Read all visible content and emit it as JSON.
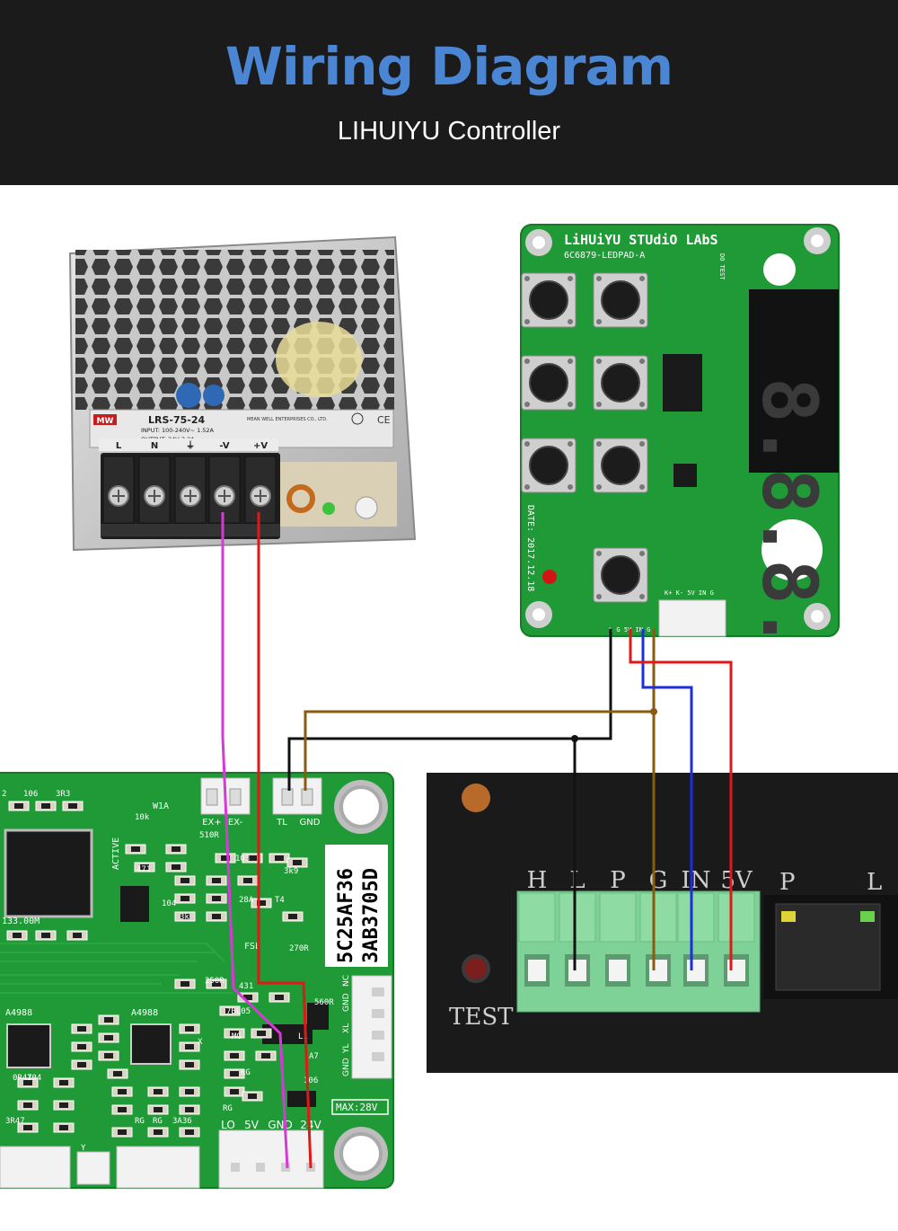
{
  "header": {
    "title": "Wiring Diagram",
    "subtitle": "LIHUIYU Controller"
  },
  "power_supply": {
    "brand": "MW",
    "model": "LRS-75-24",
    "maker_line": "MEAN WELL ENTERPRISES CO., LTD.",
    "input_line": "INPUT: 100-240V~  1.52A",
    "output_line": "OUTPUT: 24V  3.2A",
    "terminal_labels": [
      "L",
      "N",
      "⏚",
      "-V",
      "+V"
    ]
  },
  "led_pad": {
    "brand": "LiHUiYU STUdiO LAbS",
    "model": "6C6879-LEDPAD-A",
    "display_digits": "8.8.8.",
    "date": "DATE: 2017.12.18",
    "bottom_pins": "L G 5V IN G",
    "side_pins": "K+ K- 5V IN G",
    "top_pins": "DO TEST"
  },
  "mainboard": {
    "serial_line1": "5C25AF36",
    "serial_line2": "3AB3705D",
    "max_label": "MAX:28V",
    "power_pins": [
      "LO",
      "5V",
      "GND",
      "24V"
    ],
    "top_pins": [
      "EX+",
      "EX-",
      "TL",
      "GND"
    ],
    "side_pins": [
      "NC",
      "GND",
      "XL",
      "YL",
      "GND"
    ],
    "chip_labels": [
      "A4988",
      "A4988",
      "ACTIVE",
      "133.00M",
      "FSL",
      "W1A"
    ],
    "silk_numbers": [
      "2",
      "106",
      "3R3",
      "10k",
      "510R",
      "471",
      "104",
      "103",
      "3k9",
      "3k",
      "28A",
      "T4",
      "270R",
      "250R",
      "431",
      "7BL05",
      "560R",
      "MG",
      "L1",
      "A7",
      "106",
      "RG",
      "RG",
      "RG",
      "RG",
      "3A36",
      "3R47",
      "0R47",
      "104",
      "X",
      "Y"
    ]
  },
  "laser_psu": {
    "terminal_labels": [
      "H",
      "L",
      "P",
      "G",
      "IN",
      "5V"
    ],
    "rj45_labels": [
      "P",
      "L"
    ],
    "test_label": "TEST"
  },
  "wire_colors": {
    "magenta": "#d63ad6",
    "red": "#e01818",
    "black": "#111111",
    "brown": "#8a5a10",
    "blue": "#1c2ee0"
  }
}
